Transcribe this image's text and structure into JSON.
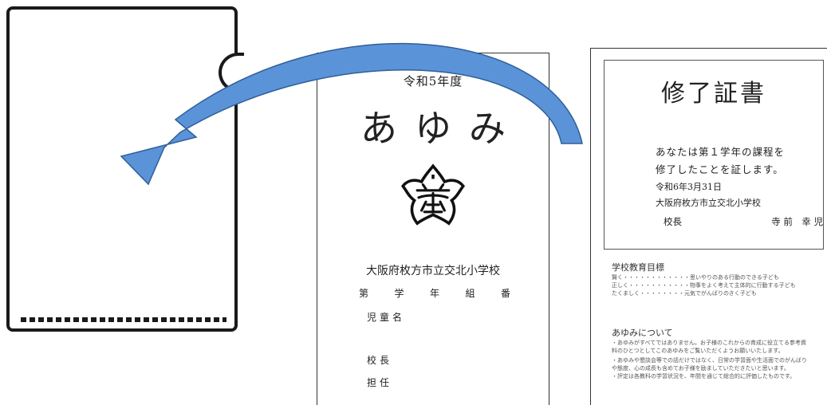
{
  "booklet": {
    "year": "令和5年度",
    "title": "あゆみ",
    "school": "大阪府枚方市立交北小学校",
    "grade_row": [
      "第",
      "学",
      "年",
      "組",
      "番"
    ],
    "child_name_label": "児童名",
    "principal_label": "校長",
    "teacher_label": "担任"
  },
  "certificate": {
    "title": "修了証書",
    "line1": "あなたは第１学年の課程を",
    "line2": "修了したことを証します。",
    "date": "令和6年3月31日",
    "school": "大阪府枚方市立交北小学校",
    "principal_label": "校長",
    "principal_name": "寺 前　幸 児",
    "goals_heading": "学校教育目標",
    "goals": [
      "賢く・・・・・・・・・・・・思いやりのある行動のできる子ども",
      "正しく・・・・・・・・・・・物事をよく考えて主体的に行動する子ども",
      "たくましく・・・・・・・・元気でがんばりのきく子ども"
    ],
    "about_heading": "あゆみについて",
    "about_lines": [
      "・あゆみがすべてではありません。お子様のこれからの育成に役立てる参考資",
      "料のひとつとしてこのあゆみをご覧いただくようお願いいたします。",
      "・あゆみや懇談会等での話だけではなく、日常の学習面や生活面でのがんばり",
      "や態度、心の成長も含めてお子様を励ましていただきたいと思います。",
      "・評定は各教科の学習状況を、年間を通じて総合的に評価したものです。"
    ]
  },
  "colors": {
    "arrow_fill": "#5b93d8",
    "arrow_stroke": "#2f5f99",
    "folder_outline": "#1a1a1a"
  }
}
